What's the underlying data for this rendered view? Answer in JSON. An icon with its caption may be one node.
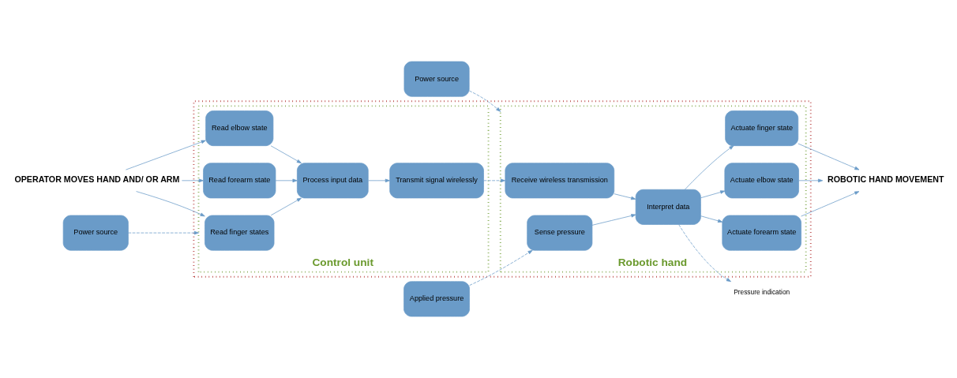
{
  "diagram": {
    "nodes": [
      {
        "text": [],
        "shape": "box"
      },
      {
        "text": [
          "Control unit"
        ],
        "in": 0
      },
      {
        "text": [
          "Robotic hand"
        ],
        "in": 0
      },
      {
        "text": [
          "OPERATOR MOVES HAND AND/ OR ARM"
        ]
      },
      {
        "text": [
          "Read finger states"
        ],
        "in": 1
      },
      {
        "text": [
          "Read forearm state"
        ],
        "in": 1
      },
      {
        "text": [
          "Read elbow state"
        ],
        "in": 1
      },
      {
        "text": [
          "Process input data"
        ],
        "in": 1
      },
      {
        "text": [
          "Transmit signal wirelessly"
        ],
        "in": 1
      },
      {
        "text": [
          "Receive wireless transmission"
        ],
        "in": 2
      },
      {
        "text": [
          "Interpret data"
        ],
        "in": 2
      },
      {
        "text": [
          "Sense pressure"
        ],
        "in": 2
      },
      {
        "text": [
          "Actuate forearm state"
        ],
        "in": 2
      },
      {
        "text": [
          "Actuate elbow state"
        ],
        "in": 2
      },
      {
        "text": [
          "Actuate finger state"
        ],
        "in": 2
      },
      {
        "text": [
          "ROBOTIC HAND MOVEMENT"
        ]
      },
      {
        "text": [
          "Pressure indication"
        ]
      },
      {
        "text": [
          "Power source"
        ]
      },
      {
        "text": [
          "Power source"
        ]
      },
      {
        "text": [
          "Applied pressure"
        ]
      }
    ],
    "edges": [
      {
        "from": 3,
        "to": 4,
        "arrow": "to"
      },
      {
        "from": 3,
        "to": 5,
        "arrow": "to"
      },
      {
        "from": 3,
        "to": 6,
        "arrow": "to"
      },
      {
        "from": 4,
        "to": 7,
        "arrow": "to"
      },
      {
        "from": 5,
        "to": 7,
        "arrow": "to"
      },
      {
        "from": 6,
        "to": 7,
        "arrow": "to"
      },
      {
        "from": 7,
        "to": 8,
        "arrow": "to"
      },
      {
        "from": 8,
        "to": 9,
        "arrow": "to",
        "style": "dashed"
      },
      {
        "from": 9,
        "to": 10,
        "arrow": "to"
      },
      {
        "from": 11,
        "to": 10,
        "arrow": "to"
      },
      {
        "from": 10,
        "to": 12,
        "arrow": "to"
      },
      {
        "from": 10,
        "to": 13,
        "arrow": "to"
      },
      {
        "from": 10,
        "to": 14,
        "arrow": "to"
      },
      {
        "from": 12,
        "to": 15,
        "arrow": "to"
      },
      {
        "from": 13,
        "to": 15,
        "arrow": "to"
      },
      {
        "from": 14,
        "to": 15,
        "arrow": "to"
      },
      {
        "from": 10,
        "to": 16,
        "arrow": "to",
        "style": "dashed"
      },
      {
        "from": 17,
        "to": 1,
        "arrow": "to",
        "style": "dashed"
      },
      {
        "from": 18,
        "to": 2,
        "arrow": "to",
        "style": "dashed"
      },
      {
        "from": 19,
        "to": 11,
        "arrow": "to",
        "style": "dashed"
      }
    ]
  }
}
